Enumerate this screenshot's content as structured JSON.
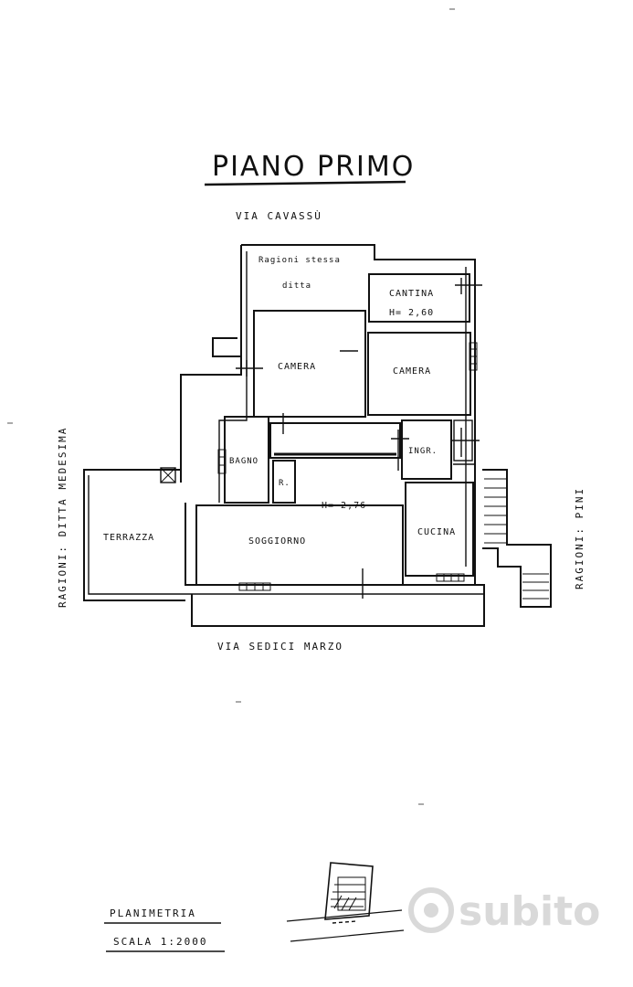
{
  "title": "PIANO PRIMO",
  "streets": {
    "top": "VIA CAVASSÙ",
    "bottom": "VIA SEDICI MARZO",
    "left": "RAGIONI: DITTA MEDESIMA",
    "right": "RAGIONI: PINI"
  },
  "rooms": {
    "other_property_line1": "Ragioni stessa",
    "other_property_line2": "ditta",
    "cantina": "CANTINA",
    "cantina_height": "H= 2,60",
    "camera_left": "CAMERA",
    "camera_right": "CAMERA",
    "bagno": "BAGNO",
    "ripostiglio": "R.",
    "ingresso": "INGR.",
    "soggiorno": "SOGGIORNO",
    "soggiorno_height": "H= 2,76",
    "cucina": "CUCINA",
    "terrazza": "TERRAZZA"
  },
  "legend": {
    "planimetria": "PLANIMETRIA",
    "scala": "SCALA 1:2000"
  },
  "watermark": "subito",
  "colors": {
    "ink": "#111111",
    "paper": "#ffffff",
    "watermark": "#d9d9d9"
  }
}
